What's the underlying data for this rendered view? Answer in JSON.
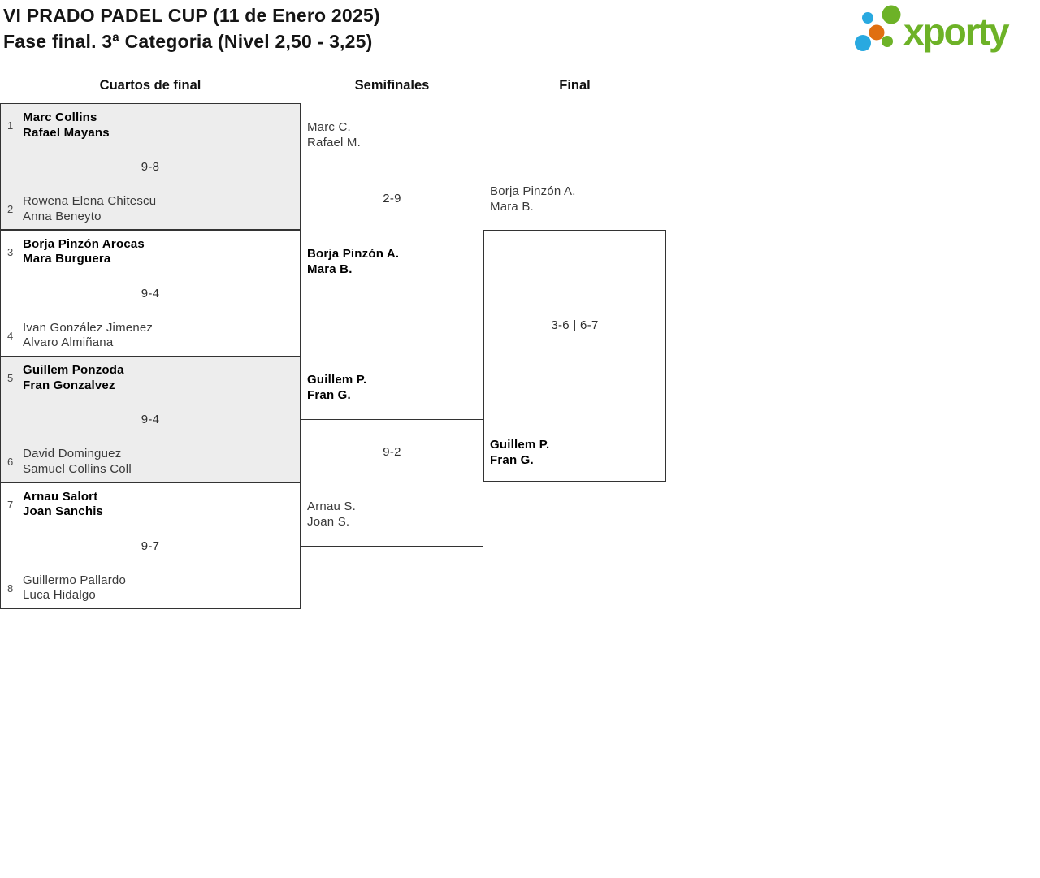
{
  "header": {
    "title_line1": "VI PRADO PADEL CUP (11 de Enero 2025)",
    "title_line2": "Fase final. 3ª Categoria (Nivel 2,50 - 3,25)",
    "logo_text": "xporty"
  },
  "colors": {
    "logo_green": "#6db227",
    "logo_blue": "#29a9e0",
    "logo_orange": "#e06f10",
    "box_border": "#333333",
    "box_fill_alt": "#ededed",
    "winner_text": "#000000",
    "regular_text": "#3a3a3a"
  },
  "bracket": {
    "columns": {
      "quarterfinals": "Cuartos de final",
      "semifinals": "Semifinales",
      "final": "Final"
    },
    "quarterfinals": [
      {
        "seed_top": "1",
        "team_top": [
          "Marc Collins",
          "Rafael Mayans"
        ],
        "score": "9-8",
        "seed_bottom": "2",
        "team_bottom": [
          "Rowena Elena Chitescu",
          "Anna Beneyto"
        ]
      },
      {
        "seed_top": "3",
        "team_top": [
          "Borja Pinzón Arocas",
          "Mara Burguera"
        ],
        "score": "9-4",
        "seed_bottom": "4",
        "team_bottom": [
          "Ivan González Jimenez",
          "Alvaro Almiñana"
        ]
      },
      {
        "seed_top": "5",
        "team_top": [
          "Guillem Ponzoda",
          "Fran Gonzalvez"
        ],
        "score": "9-4",
        "seed_bottom": "6",
        "team_bottom": [
          "David Dominguez",
          "Samuel Collins Coll"
        ]
      },
      {
        "seed_top": "7",
        "team_top": [
          "Arnau Salort",
          "Joan Sanchis"
        ],
        "score": "9-7",
        "seed_bottom": "8",
        "team_bottom": [
          "Guillermo Pallardo",
          "Luca Hidalgo"
        ]
      }
    ],
    "semifinals": [
      {
        "team_top": [
          "Marc C.",
          "Rafael M."
        ],
        "score": "2-9",
        "team_bottom": [
          "Borja Pinzón A.",
          "Mara B."
        ]
      },
      {
        "team_top": [
          "Guillem P.",
          "Fran G."
        ],
        "score": "9-2",
        "team_bottom": [
          "Arnau S.",
          "Joan S."
        ]
      }
    ],
    "final": {
      "team_top": [
        "Borja Pinzón A.",
        "Mara B."
      ],
      "score": "3-6 | 6-7",
      "team_bottom": [
        "Guillem P.",
        "Fran G."
      ]
    }
  }
}
